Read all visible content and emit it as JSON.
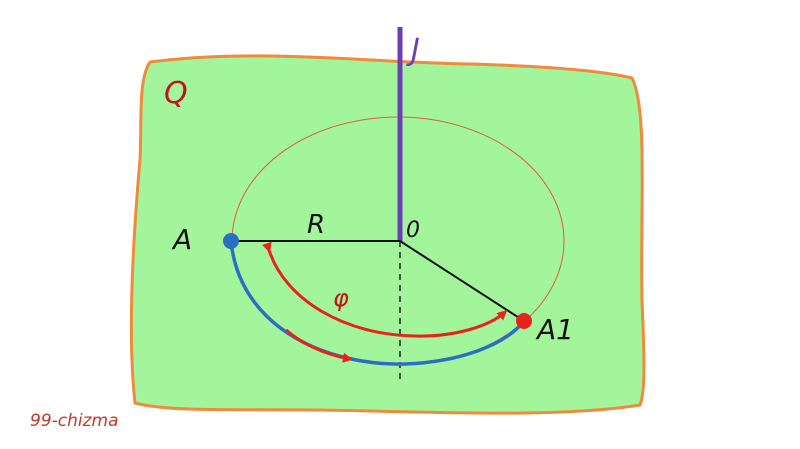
{
  "labels": {
    "plane": "Q",
    "axis": "J",
    "center": "0",
    "radius": "R",
    "start_point": "A",
    "end_point": "A1",
    "angle": "φ"
  },
  "caption": "99-chizma",
  "colors": {
    "plane_fill": "#a3f59b",
    "plane_border": "#f08a3c",
    "axis": "#6a3fb5",
    "orbit": "#d9603b",
    "arc": "#2c6fc2",
    "angle_arrow": "#e8221c",
    "point_a": "#2c6fc2",
    "point_a1": "#e8221c",
    "label_red": "#c0141c",
    "label_dark": "#111111"
  }
}
